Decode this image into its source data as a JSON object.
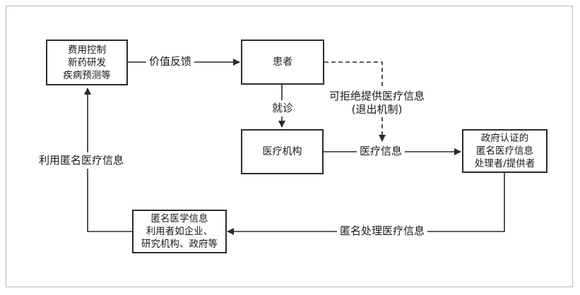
{
  "nodes": {
    "cost_control": [
      "费用控制",
      "新药研发",
      "疾病预测等"
    ],
    "patient": [
      "患者"
    ],
    "medical_institution": [
      "医疗机构"
    ],
    "gov_processor": [
      "政府认证的",
      "匿名医疗信息",
      "处理者/提供者"
    ],
    "anon_user": [
      "匿名医学信息",
      "利用者如企业、",
      "研究机构、政府等"
    ]
  },
  "edge_labels": {
    "value_feedback": "价值反馈",
    "visit": "就诊",
    "refuse": [
      "可拒绝提供医疗信息",
      "(退出机制)"
    ],
    "medical_info": "医疗信息",
    "anon_processed": "匿名处理医疗信息",
    "use_anon": "利用匿名医疗信息"
  },
  "colors": {
    "line": "#2b2b2b",
    "frame": "#b9b9b9",
    "text": "#1a1a1a"
  }
}
